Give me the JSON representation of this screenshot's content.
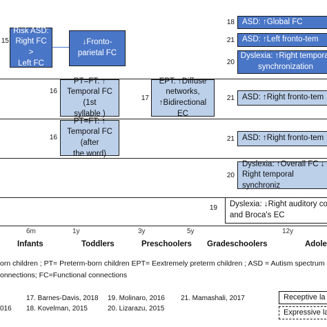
{
  "boxes": {
    "b1": {
      "num": "15",
      "text": "Risk ASD:\nRight FC >\nLeft FC"
    },
    "b2": {
      "text": "↓Fronto-\nparietal FC"
    },
    "b3": {
      "num": "18",
      "text": "ASD: ↑Global FC"
    },
    "b4": {
      "num": "21",
      "text": "ASD: ↑Left fronto-tem"
    },
    "b5": {
      "num": "20",
      "text": "Dyslexia: ↑Right temporal\nsynchronization"
    },
    "b6": {
      "num": "16",
      "text": "PT=FT: ↑\nTemporal FC (1st\nsyllable )"
    },
    "b7": {
      "num": "17",
      "text": "EPT: ↑Diffuse\nnetworks,\n↑Bidirectional EC"
    },
    "b8": {
      "num": "21",
      "text": "ASD: ↑Right fronto-tem"
    },
    "b9": {
      "num": "16",
      "text": "PT=FT: ↑\nTemporal FC (after\nthe word)"
    },
    "b10": {
      "num": "21",
      "text": "ASD: ↑Right fronto-tem"
    },
    "b11": {
      "num": "20",
      "text": "Dyslexia: ↑Overall FC ↓\nRight temporal synchroniz"
    },
    "b12": {
      "num": "19",
      "text": "Dyslexia: ↓Right auditory cort\nand Broca's EC"
    }
  },
  "axis": {
    "ticks": [
      "6m",
      "1y",
      "3y",
      "5y",
      "12y"
    ],
    "stages": [
      "Infants",
      "Toddlers",
      "Preschoolers",
      "Gradeschoolers",
      "Adole"
    ]
  },
  "legend": {
    "line1": "orn children ; PT= Preterm-born children EPT= Eextremely preterm children ; ASD = Autism spectrum",
    "line2": "onnections; FC=Functional connections"
  },
  "refs": {
    "r1": "17. Barnes-Davis, 2018",
    "r2": "19. Molinaro, 2016",
    "r3": "21. Mamashali, 2017",
    "r4": "016",
    "r5": "18. Kovelman, 2015",
    "r6": "20. Lizarazu, 2015"
  },
  "legend_boxes": {
    "receptive": "Receptive la",
    "expressive": "Expressive la"
  },
  "colors": {
    "dark_box": "#4a76c7",
    "light_box": "#bcd0ea"
  }
}
